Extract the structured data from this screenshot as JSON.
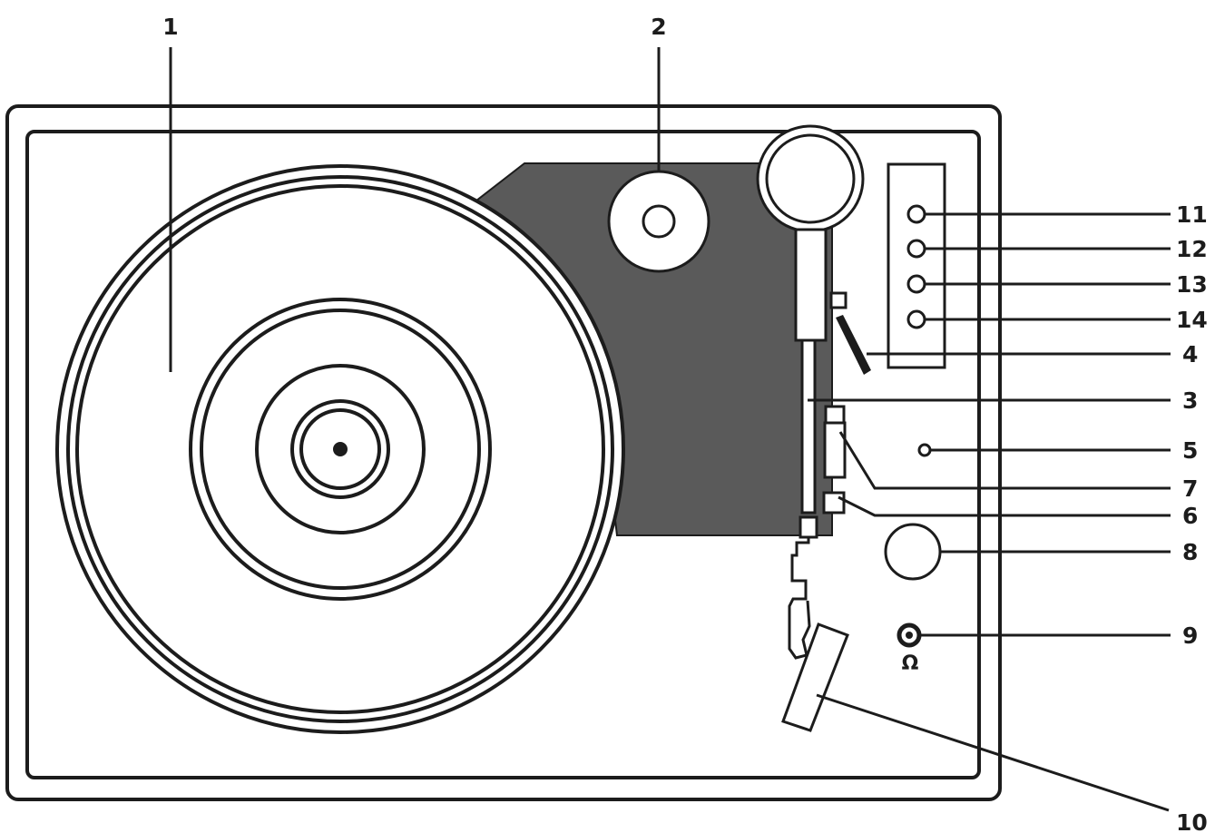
{
  "colors": {
    "line": "#1c1c1c",
    "fill": "#ffffff",
    "plinth_plate": "#5a5a5a"
  },
  "headphone_symbol": "Ω",
  "callouts": {
    "c1": "1",
    "c2": "2",
    "c3": "3",
    "c4": "4",
    "c5": "5",
    "c6": "6",
    "c7": "7",
    "c8": "8",
    "c9": "9",
    "c10": "10",
    "c11": "11",
    "c12": "12",
    "c13": "13",
    "c14": "14"
  }
}
